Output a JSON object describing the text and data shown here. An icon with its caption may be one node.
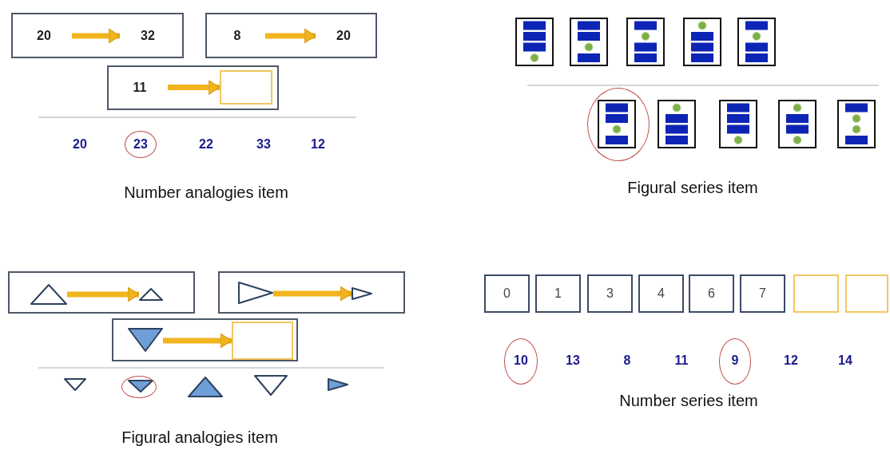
{
  "diagram": {
    "nodes": [
      {
        "text": [],
        "shape": "box"
      },
      {
        "text": [
          "20"
        ],
        "in": 0
      },
      {
        "text": [
          "32"
        ],
        "in": 0
      },
      {
        "text": [],
        "shape": "box"
      },
      {
        "text": [
          "8"
        ],
        "in": 3
      },
      {
        "text": [
          "20"
        ],
        "in": 3
      },
      {
        "text": [],
        "shape": "box"
      },
      {
        "text": [
          "11"
        ],
        "in": 6
      },
      {
        "text": [],
        "shape": "box",
        "in": 6
      },
      {
        "text": [],
        "shape": "box"
      },
      {
        "text": [],
        "shape": "triangle",
        "in": 9
      },
      {
        "text": [],
        "shape": "triangle",
        "in": 9
      },
      {
        "text": [],
        "shape": "box"
      },
      {
        "text": [],
        "shape": "triangle",
        "in": 12
      },
      {
        "text": [],
        "shape": "triangle",
        "in": 12
      },
      {
        "text": [],
        "shape": "box"
      },
      {
        "text": [],
        "shape": "triangle",
        "in": 15
      },
      {
        "text": [],
        "shape": "box",
        "in": 15
      },
      {
        "text": [
          "0"
        ]
      },
      {
        "text": [
          "1"
        ]
      },
      {
        "text": [
          "3"
        ]
      },
      {
        "text": [
          "4"
        ]
      },
      {
        "text": [
          "6"
        ]
      },
      {
        "text": [
          "7"
        ]
      },
      {
        "text": [],
        "shape": "box"
      },
      {
        "text": [],
        "shape": "box"
      }
    ],
    "edges": [
      {
        "from": 1,
        "to": 2,
        "arrow": "to"
      },
      {
        "from": 4,
        "to": 5,
        "arrow": "to"
      },
      {
        "from": 7,
        "to": 8,
        "arrow": "to"
      },
      {
        "from": 10,
        "to": 11,
        "arrow": "to"
      },
      {
        "from": 13,
        "to": 14,
        "arrow": "to"
      },
      {
        "from": 16,
        "to": 17,
        "arrow": "to"
      }
    ],
    "labels": [
      "20",
      "23",
      "22",
      "33",
      "12",
      "Number analogies item",
      "Figural series item",
      "10",
      "13",
      "8",
      "11",
      "9",
      "12",
      "14",
      "Number series item",
      "Figural analogies item"
    ]
  }
}
